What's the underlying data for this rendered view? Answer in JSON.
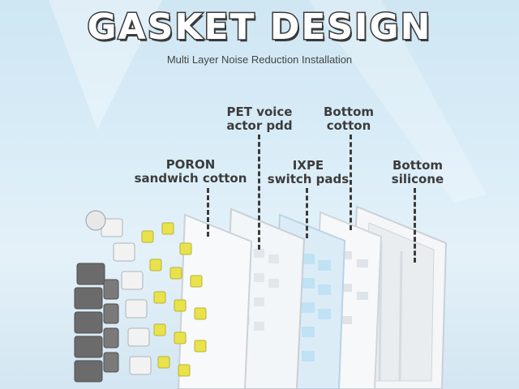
{
  "title": "GASKET DESIGN",
  "subtitle": "Multi Layer Noise Reduction Installation",
  "layers": [
    {
      "line1": "PORON",
      "line2": "sandwich cotton"
    },
    {
      "line1": "PET voice",
      "line2": "actor pdd"
    },
    {
      "line1": "IXPE",
      "line2": "switch pads"
    },
    {
      "line1": "Bottom",
      "line2": "cotton"
    },
    {
      "line1": "Bottom",
      "line2": "silicone"
    }
  ],
  "colors": {
    "background": "#d8ecf7",
    "title_fill": "#ffffff",
    "title_outline": "#3a3a3a",
    "label_text": "#3c3c3c",
    "keycap_dark": "#6b6b6b",
    "keycap_light": "#f2f2f2",
    "switch_yellow": "#e9e24a",
    "plate": "#f5f7f9",
    "foam_blue": "#bfe2f4"
  }
}
